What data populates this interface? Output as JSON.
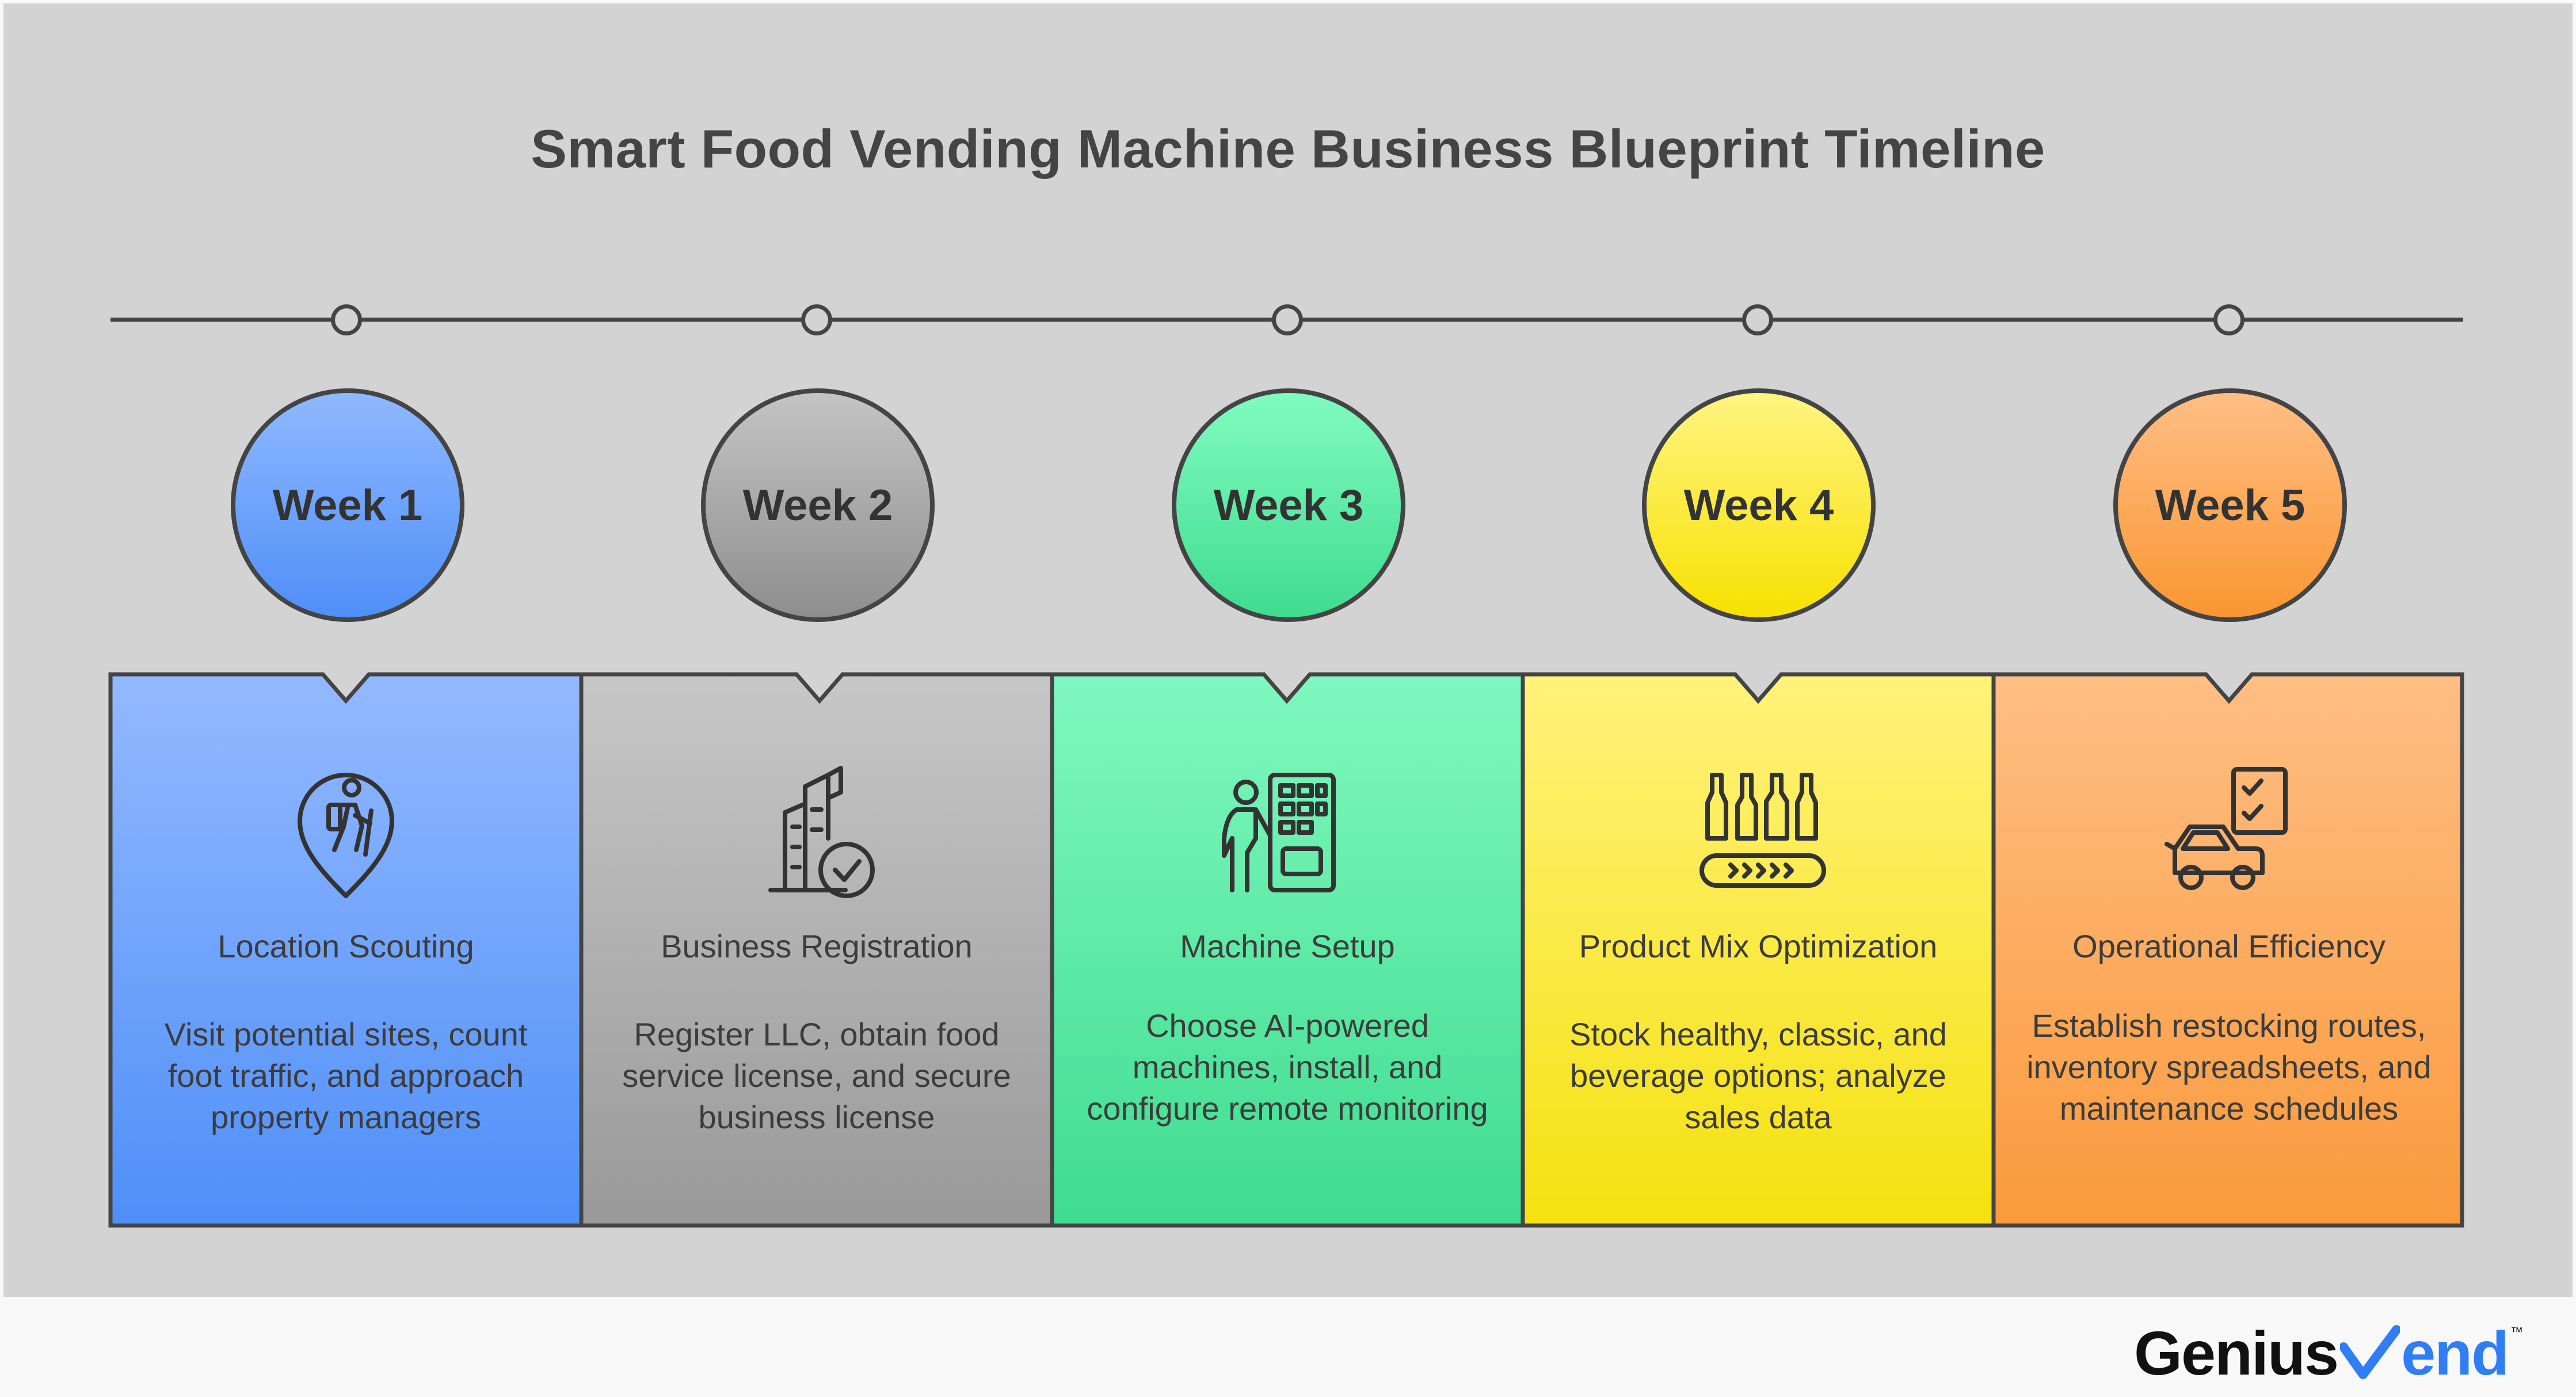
{
  "title": "Smart Food Vending Machine Business Blueprint Timeline",
  "steps": [
    {
      "week": "Week 1",
      "title": "Location Scouting",
      "description": "Visit potential sites, count foot traffic, and approach property managers",
      "icon": "hiker-location-pin-icon",
      "colors": {
        "circle_top": "#8fb8ff",
        "circle_bottom": "#4f8ff8",
        "card_top": "#93b9ff",
        "card_bottom": "#4f8ff8"
      }
    },
    {
      "week": "Week 2",
      "title": "Business Registration",
      "description": "Register LLC, obtain food service license, and secure business license",
      "icon": "building-checkmark-icon",
      "colors": {
        "circle_top": "#c4c4c4",
        "circle_bottom": "#8e8e8e",
        "card_top": "#c7c7c7",
        "card_bottom": "#999999"
      }
    },
    {
      "week": "Week 3",
      "title": "Machine Setup",
      "description": "Choose AI-powered machines, install, and configure remote monitoring",
      "icon": "person-vending-machine-icon",
      "colors": {
        "circle_top": "#80fbc0",
        "circle_bottom": "#3fdc8f",
        "card_top": "#7ff8bf",
        "card_bottom": "#3fdc8f"
      }
    },
    {
      "week": "Week 4",
      "title": "Product Mix Optimization",
      "description": "Stock healthy, classic, and beverage options; analyze sales data",
      "icon": "bottles-conveyor-icon",
      "colors": {
        "circle_top": "#fff482",
        "circle_bottom": "#f7e100",
        "card_top": "#fff27a",
        "card_bottom": "#f5e10f"
      }
    },
    {
      "week": "Week 5",
      "title": "Operational Efficiency",
      "description": "Establish restocking routes, inventory spreadsheets, and maintenance schedules",
      "icon": "van-checklist-icon",
      "colors": {
        "circle_top": "#ffbe84",
        "circle_bottom": "#fa9632",
        "card_top": "#ffbe84",
        "card_bottom": "#fa9a3c"
      }
    }
  ],
  "logo": {
    "text_before": "Genius",
    "text_after": "end",
    "trademark": "™",
    "accent_color": "#2f7ef6"
  }
}
